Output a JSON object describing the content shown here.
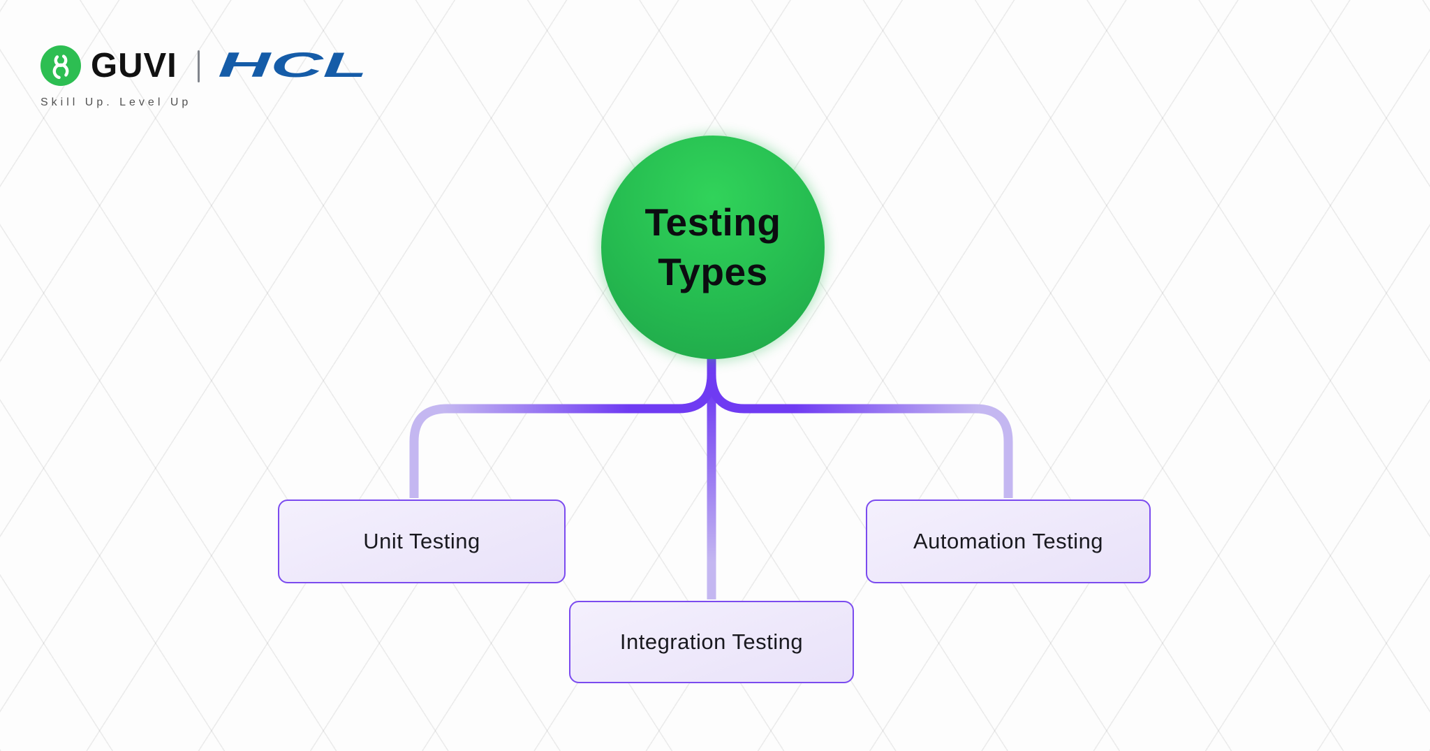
{
  "brand": {
    "guvi_label": "GUVI",
    "hcl_label": "HCL",
    "tagline": "Skill Up. Level Up"
  },
  "diagram": {
    "root": {
      "label": "Testing Types",
      "label_lines": [
        "Testing",
        "Types"
      ]
    },
    "children": [
      {
        "label": "Unit Testing"
      },
      {
        "label": "Integration Testing"
      },
      {
        "label": "Automation Testing"
      }
    ]
  },
  "theme": {
    "background": "#fdfdfd",
    "grid-line": "rgba(0,0,0,0.07)",
    "root-green-light": "#31d35a",
    "root-green": "#25bb50",
    "root-green-dark": "#1fa449",
    "connector-vivid": "#6f3bf2",
    "connector-light": "#c4b7f1",
    "node-fill-light": "#f4f0fd",
    "node-fill": "#e9e2f9",
    "node-border": "#7b4bef",
    "node-text": "#19191f",
    "root-text": "#0c0c10",
    "guvi-green": "#2dbe52",
    "hcl-blue": "#155ca8",
    "tagline-gray": "#515151",
    "wordmark-black": "#111111",
    "divider-gray": "#81858c"
  }
}
